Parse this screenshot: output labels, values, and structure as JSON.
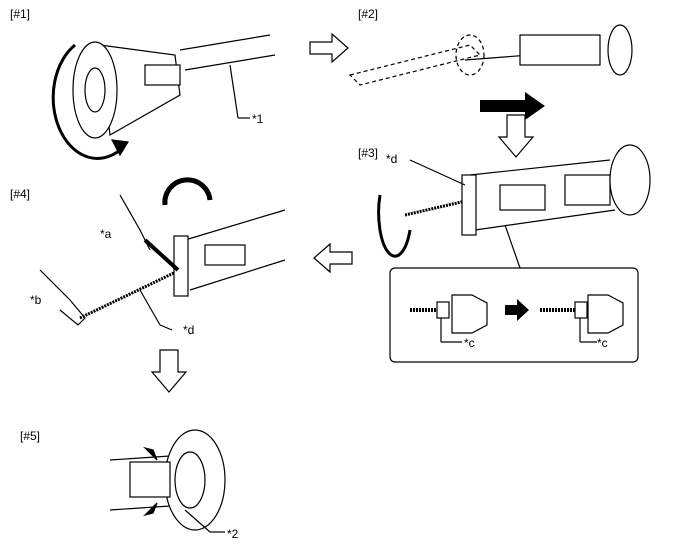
{
  "steps": {
    "s1": "[#1]",
    "s2": "[#2]",
    "s3": "[#3]",
    "s4": "[#4]",
    "s5": "[#5]"
  },
  "callouts": {
    "part1": "*1",
    "part2": "*2",
    "a": "*a",
    "b": "*b",
    "c1": "*c",
    "c2": "*c",
    "d3": "*d",
    "d4": "*d"
  },
  "colors": {
    "line": "#000000",
    "fill": "#ffffff",
    "shade": "#e6e6e6"
  }
}
